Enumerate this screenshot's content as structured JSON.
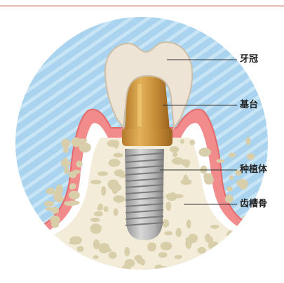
{
  "labels": {
    "crown": "牙冠",
    "abutment": "基台",
    "implant": "种植体",
    "alveolar_bone": "齿槽骨"
  },
  "colors": {
    "top_rule": "#c0392b",
    "circle_bg": "#a9d3ee",
    "circle_stripe": "#c8e5f6",
    "gum_outer": "#f28b8b",
    "gum_inner": "#ffffff",
    "gum_edge": "#e36a6a",
    "bone_fill": "#f2ecd8",
    "bone_speckle": "#d8ceaa",
    "crown": "#ede4d6",
    "crown_edge": "#cdbfa8",
    "abutment_light": "#d9a54a",
    "abutment_dark": "#a86f22",
    "implant_light": "#cfcfcf",
    "implant_dark": "#8c8c8c",
    "leader_line": "#333333",
    "label_text": "#222222"
  }
}
